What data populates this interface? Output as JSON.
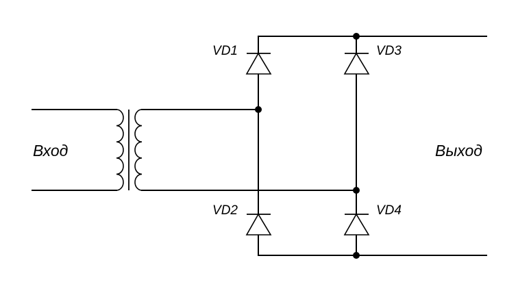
{
  "labels": {
    "input": "Вход",
    "output": "Выход"
  },
  "diodes": [
    {
      "id": "vd1",
      "label": "VD1"
    },
    {
      "id": "vd2",
      "label": "VD2"
    },
    {
      "id": "vd3",
      "label": "VD3"
    },
    {
      "id": "vd4",
      "label": "VD4"
    }
  ],
  "colors": {
    "line": "#000000",
    "background": "#ffffff"
  }
}
